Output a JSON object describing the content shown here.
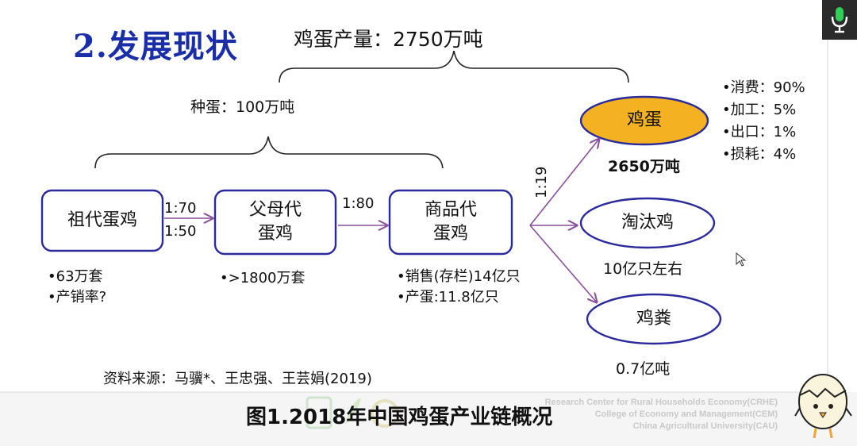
{
  "title": "2.发展现状",
  "egg_output": "鸡蛋产量：2750万吨",
  "seed_eggs": "种蛋：100万吨",
  "nodes": {
    "grandparent": "祖代蛋鸡",
    "parent_l1": "父母代",
    "parent_l2": "蛋鸡",
    "commercial_l1": "商品代",
    "commercial_l2": "蛋鸡",
    "eggs": "鸡蛋",
    "culled": "淘汰鸡",
    "manure": "鸡粪"
  },
  "ratios": {
    "r1": "1:70",
    "r2": "1:50",
    "r3": "1:80",
    "r4": "1:19"
  },
  "notes": {
    "grandparent": [
      "•63万套",
      "•产销率?"
    ],
    "parent": [
      "•>1800万套"
    ],
    "commercial": [
      "•销售(存栏)14亿只",
      "•产蛋:11.8亿只"
    ]
  },
  "amounts": {
    "eggs": "2650万吨",
    "culled": "10亿只左右",
    "manure": "0.7亿吨"
  },
  "usage": [
    "•消费：90%",
    "•加工：5%",
    "•出口：1%",
    "•损耗：4%"
  ],
  "source": "资料来源：马骥*、王忠强、王芸娟(2019)",
  "caption": "图1.2018年中国鸡蛋产业链概况",
  "footer": [
    "Research Center for Rural Households Economy(CRHE)",
    "College of Economy and Management(CEM)",
    "China Agricultural University(CAU)"
  ],
  "colors": {
    "title": "#1a2ea8",
    "node_border": "#2a2a9c",
    "eggs_fill": "#f4b223",
    "arrow": "#8a4f9c"
  }
}
